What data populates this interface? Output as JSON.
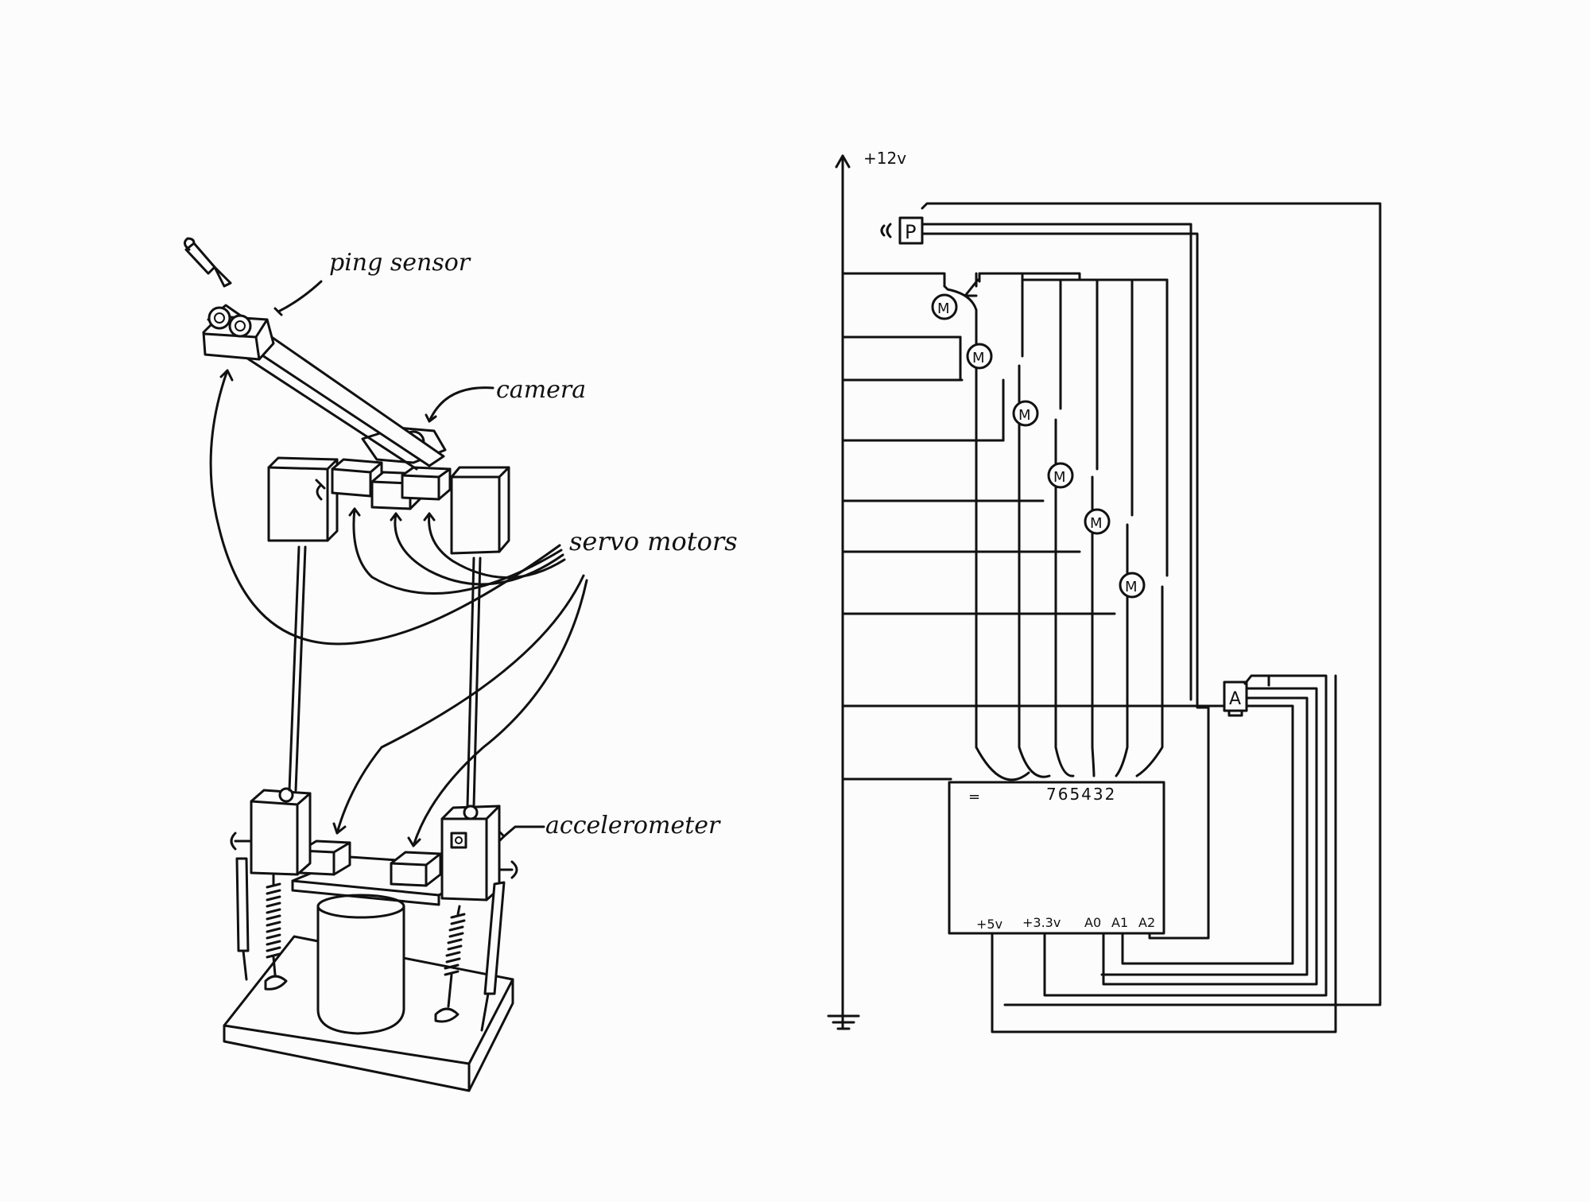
{
  "robot_labels": {
    "ping_sensor": "ping sensor",
    "camera": "camera",
    "servo_motors": "servo motors",
    "accelerometer": "accelerometer"
  },
  "circuit": {
    "supply": "+12v",
    "ping_box": "P",
    "motor_symbol": "M",
    "accel_box": "A",
    "ground_pin_mark": "=",
    "digital_pins": "765432",
    "pin_5v": "+5v",
    "pin_3v3": "+3.3v",
    "pin_a0": "A0",
    "pin_a1": "A1",
    "pin_a2": "A2"
  }
}
